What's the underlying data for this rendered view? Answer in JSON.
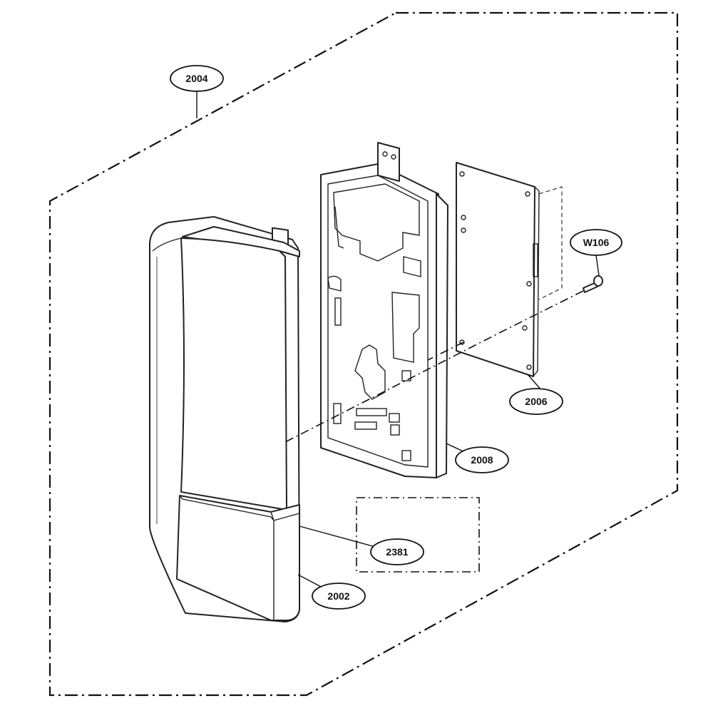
{
  "callouts": {
    "c2004": "2004",
    "c2006": "2006",
    "c2008": "2008",
    "c2381": "2381",
    "c2002": "2002",
    "cW106": "W106"
  }
}
